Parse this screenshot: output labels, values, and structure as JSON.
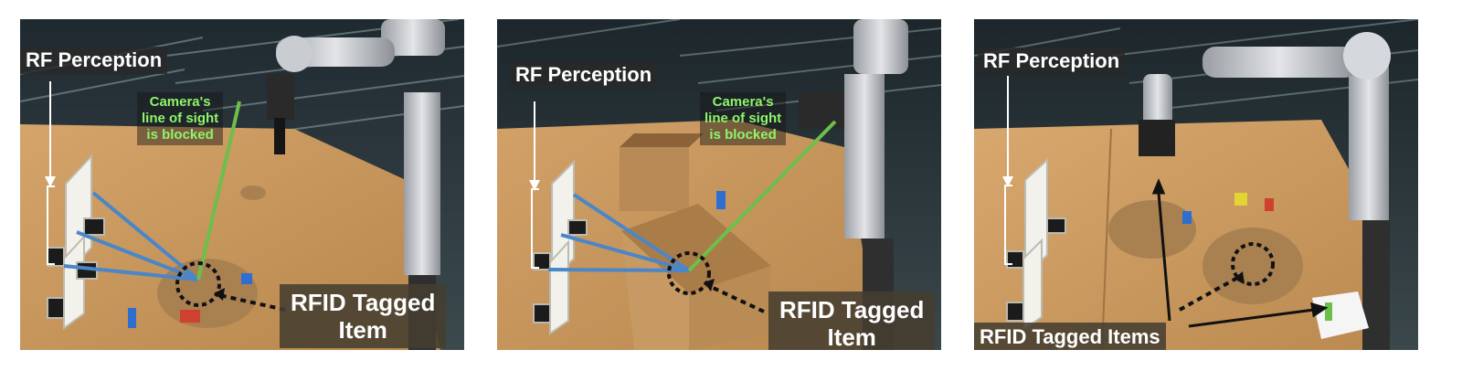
{
  "panels": [
    {
      "rf_label": "RF Perception",
      "camera_label": [
        "Camera's",
        "line of sight",
        "is blocked"
      ],
      "tag_label": [
        "RFID Tagged",
        "Item"
      ]
    },
    {
      "rf_label": "RF Perception",
      "camera_label": [
        "Camera's",
        "line of sight",
        "is blocked"
      ],
      "tag_label": [
        "RFID Tagged",
        "Item"
      ]
    },
    {
      "rf_label": "RF Perception",
      "tag_label": "RFID Tagged Items"
    }
  ],
  "colors": {
    "rf_ray": "#4a86c8",
    "camera_ray": "#6cc04a",
    "table": "#c8995e",
    "label_text": "#ffffff",
    "camera_text": "#8ff56a"
  }
}
